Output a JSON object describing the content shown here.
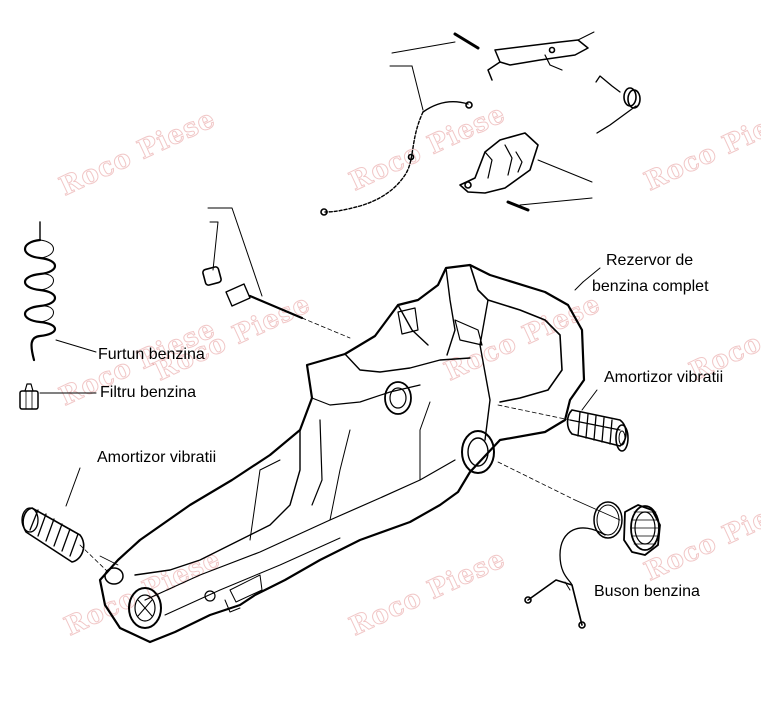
{
  "labels": {
    "rezervor": [
      "Rezervor de",
      "benzina complet"
    ],
    "furtun": "Furtun benzina",
    "filtru": "Filtru benzina",
    "amortizor_right": "Amortizor vibratii",
    "amortizor_left": "Amortizor vibratii",
    "buson": "Buson benzina"
  },
  "watermark": "Roco Piese",
  "colors": {
    "line": "#000000",
    "watermark": "#e08282"
  }
}
